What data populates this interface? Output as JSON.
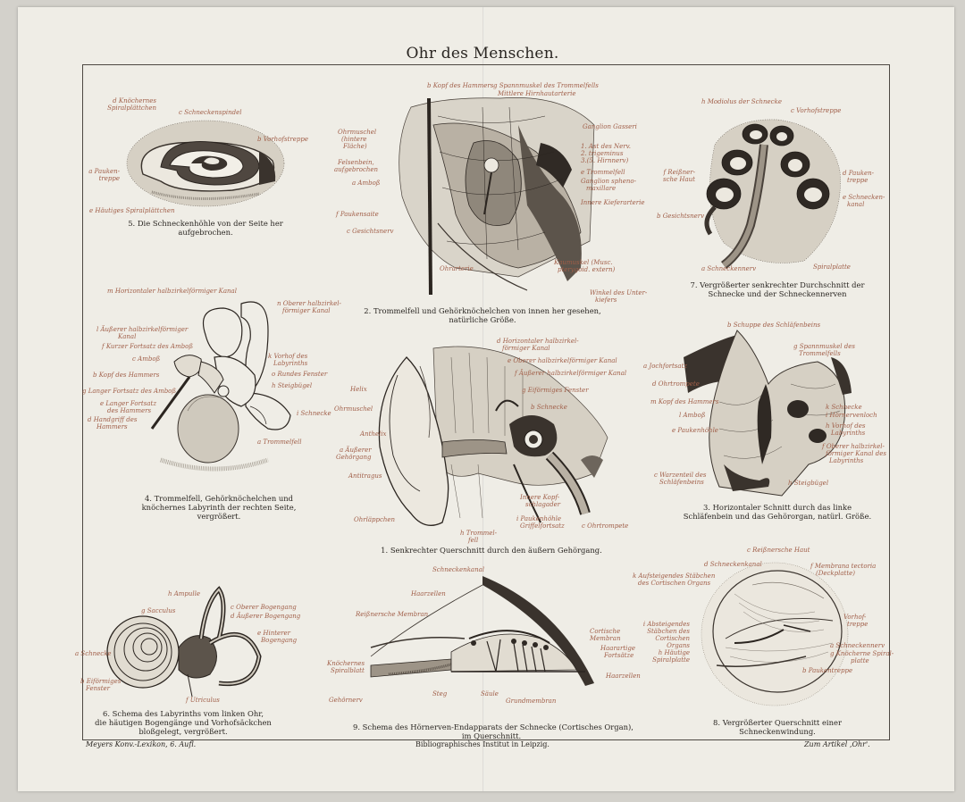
{
  "title": "Ohr des Menschen.",
  "figures": {
    "fig5": {
      "caption": [
        "5. Die Schneckenhöhle von der Seite her",
        "aufgebrochen."
      ],
      "labels": [
        "d Knöchernes",
        "Spiralplättchen",
        "c Schneckenspindel",
        "b Vorhofstreppe",
        "a Pauken-",
        "treppe",
        "e Häutiges Spiralplättchen"
      ]
    },
    "fig2": {
      "caption": [
        "2. Trommelfell und Gehörknöchelchen von innen her gesehen,",
        "natürliche Größe."
      ],
      "labels": [
        "b Kopf des Hammers",
        "g Spannmuskel des Trommelfells",
        "Mittlere Hirnhautarterie",
        "Ohrmuschel",
        "(hintere",
        "Fläche)",
        "Felsenbein,",
        "aufgebrochen",
        "a Amboß",
        "f Paukensaite",
        "c Gesichtsnerv",
        "Ohrarterie",
        "Ganglion Gasseri",
        "1. Ast des Nerv.",
        "2. trigeminus",
        "3.(5. Hirnnerv)",
        "e Trommelfell",
        "Ganglion spheno-",
        "maxillare",
        "Innere Kieferarterie",
        "Kaumuskel (Musc.",
        "pterygoid. extern)",
        "Winkel des Unter-",
        "kiefers"
      ]
    },
    "fig7": {
      "caption": [
        "7. Vergrößerter senkrechter Durchschnitt der",
        "Schnecke und der Schneckennerven"
      ],
      "labels": [
        "h Modiolus der Schnecke",
        "c Vorhofstreppe",
        "f Reißner-",
        "sche Haut",
        "d Pauken-",
        "treppe",
        "e Schnecken-",
        "kanal",
        "b Gesichtsnerv",
        "a Schneckennerv",
        "Spiralplatte"
      ]
    },
    "fig4": {
      "caption": [
        "4. Trommelfell, Gehörknöchelchen und",
        "knöchernes Labyrinth der rechten Seite,",
        "vergrößert."
      ],
      "labels": [
        "m Horizontaler halbzirkelförmiger Kanal",
        "n Oberer halbzirkel-",
        "förmiger Kanal",
        "l Äußerer halbzirkelförmiger",
        "Kanal",
        "f Kurzer Fortsatz des Amboß",
        "c Amboß",
        "b Kopf des Hammers",
        "g Langer Fortsatz des Amboß",
        "e Langer Fortsatz",
        "des Hammers",
        "d Handgriff des",
        "Hammers",
        "k Vorhof des",
        "Labyrinths",
        "o Rundes Fenster",
        "h Steigbügel",
        "i Schnecke",
        "a Trommelfell"
      ]
    },
    "fig1": {
      "caption": [
        "1. Senkrechter Querschnitt durch den äußern Gehörgang."
      ],
      "labels": [
        "d Horizontaler halbzirkel-",
        "förmiger Kanal",
        "e Oberer halbzirkelförmiger Kanal",
        "f Äußerer halbzirkelförmiger Kanal",
        "g Eiförmiges Fenster",
        "b Schnecke",
        "Helix",
        "Ohrmuschel",
        "Anthelix",
        "a Äußerer",
        "Gehörgang",
        "Antitragus",
        "Ohrläppchen",
        "Innere Kopf-",
        "schlagader",
        "i Paukenhöhle",
        "Griffelfortsatz",
        "c Ohrtrompete",
        "h Trommel-",
        "fell"
      ]
    },
    "fig3": {
      "caption": [
        "3. Horizontaler Schnitt durch das linke",
        "Schläfenbein und das Gehörorgan, natürl. Größe."
      ],
      "labels": [
        "b Schuppe des Schläfenbeins",
        "g Spannmuskel des",
        "Trommelfells",
        "a Jochfortsatz",
        "d Ohrtrompete",
        "m Kopf des Hammers",
        "l Amboß",
        "e Paukenhöhle",
        "k Schnecke",
        "i Hörnervenloch",
        "h Vorhof des",
        "Labyrinths",
        "f Oberer halbzirkel-",
        "förmiger Kanal des",
        "Labyrinths",
        "c Warzenteil des",
        "Schläfenbeins",
        "h Steigbügel"
      ]
    },
    "fig6": {
      "caption": [
        "6. Schema des Labyrinths vom linken Ohr,",
        "die häutigen Bogengänge und Vorhofsäckchen",
        "bloßgelegt, vergrößert."
      ],
      "labels": [
        "h Ampulle",
        "g Sacculus",
        "c Oberer Bogengang",
        "d Äußerer Bogengang",
        "e Hinterer",
        "Bogengang",
        "a Schnecke",
        "b Eiförmiges",
        "Fenster",
        "f Utriculus"
      ]
    },
    "fig9": {
      "caption": [
        "9. Schema des Hörnerven-Endapparats der Schnecke (Cortisches Organ),",
        "im Querschnitt."
      ],
      "labels": [
        "Schneckenkanal",
        "Haarzellen",
        "Reißnersche Membran",
        "Cortische",
        "Membran",
        "Haarartige",
        "Fortsätze",
        "Knöchernes",
        "Spiralblatt",
        "Gehörnerv",
        "Steg",
        "Säule",
        "Grundmembran",
        "Haarzellen"
      ]
    },
    "fig8": {
      "caption": [
        "8. Vergrößerter Querschnitt einer",
        "Schneckenwindung."
      ],
      "labels": [
        "c Reißnersche Haut",
        "d Schneckenkanal",
        "f Membrana tectoria",
        "(Deckplatte)",
        "k Aufsteigendes Stäbchen",
        "des Cortischen Organs",
        "i Absteigendes",
        "Stäbchen des",
        "Cortischen",
        "Organs",
        "h Häutige",
        "Spiralplatte",
        "Vorhof-",
        "treppe",
        "a Schneckennerv",
        "g Knöcherne Spiral-",
        "platte",
        "b Paukentreppe"
      ]
    }
  },
  "footer": {
    "left": "Meyers Konv.-Lexikon, 6. Aufl.",
    "center": "Bibliographisches Institut in Leipzig.",
    "right": "Zum Artikel ‚Ohr'."
  }
}
